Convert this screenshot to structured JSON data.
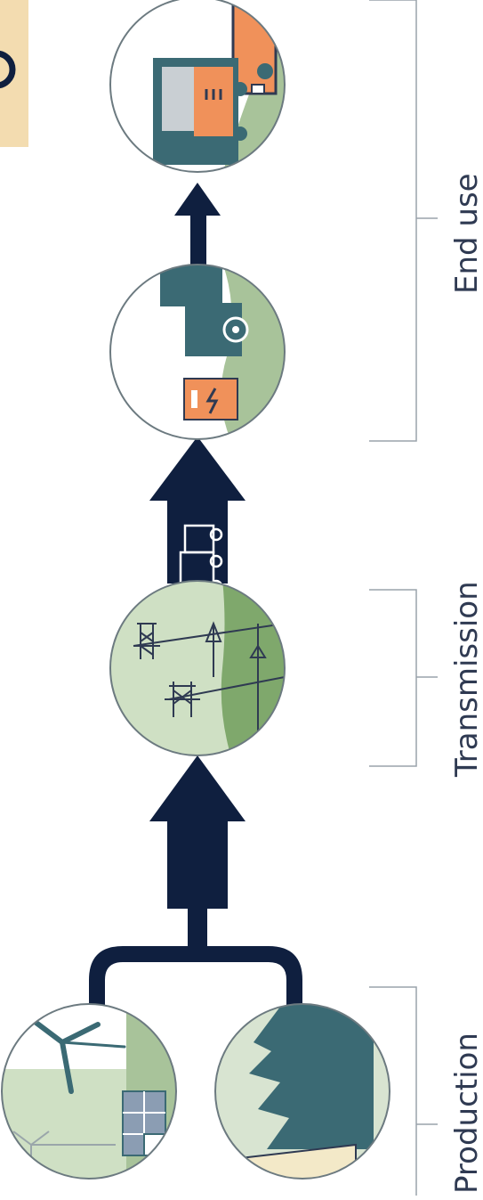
{
  "stages": {
    "production": "Production",
    "transmission": "Transmission",
    "end_use": "End use"
  },
  "colors": {
    "arrow": "#0f1f3f",
    "outline": "#6c7a80",
    "green_light": "#a8c39a",
    "green_mid": "#7fa86c",
    "green_pale": "#cfe0c4",
    "teal": "#3b6a74",
    "orange": "#f0915a",
    "cream": "#f3e9c8",
    "tab": "#f3dcb0"
  },
  "icons": [
    "wind-turbine-icon",
    "solar-panel-icon",
    "factory-icon",
    "pylon-icon",
    "truck-icon",
    "charger-icon",
    "vehicle-icon"
  ]
}
